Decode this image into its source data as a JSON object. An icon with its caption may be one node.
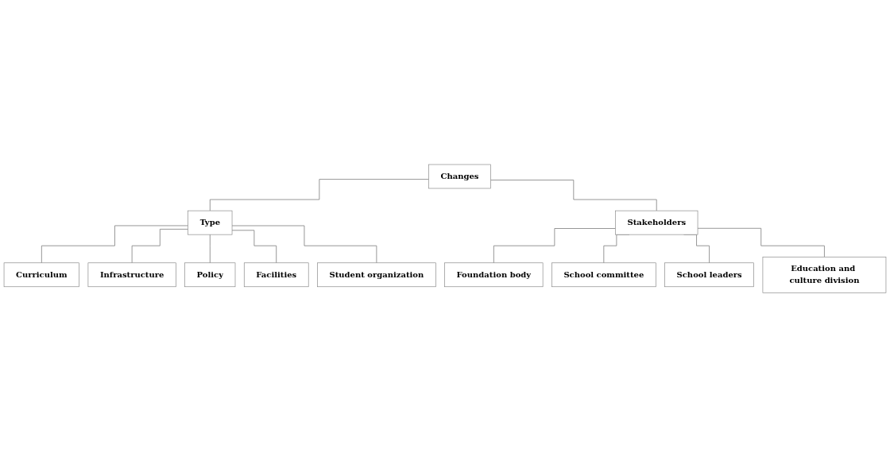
{
  "diagram": {
    "nodes": [
      {
        "text": [
          "Changes"
        ]
      },
      {
        "text": [
          "Type"
        ]
      },
      {
        "text": [
          "Stakeholders"
        ]
      },
      {
        "text": [
          "Curriculum"
        ]
      },
      {
        "text": [
          "Infrastructure"
        ]
      },
      {
        "text": [
          "Policy"
        ]
      },
      {
        "text": [
          "Facilities"
        ]
      },
      {
        "text": [
          "Student organization"
        ]
      },
      {
        "text": [
          "Foundation body"
        ]
      },
      {
        "text": [
          "School committee"
        ]
      },
      {
        "text": [
          "School leaders"
        ]
      },
      {
        "text": [
          "Education and culture division"
        ]
      }
    ],
    "edges": [
      {
        "from": 0,
        "to": 1,
        "arrow": "none"
      },
      {
        "from": 0,
        "to": 2,
        "arrow": "none"
      },
      {
        "from": 1,
        "to": 3,
        "arrow": "none"
      },
      {
        "from": 1,
        "to": 4,
        "arrow": "none"
      },
      {
        "from": 1,
        "to": 5,
        "arrow": "none"
      },
      {
        "from": 1,
        "to": 6,
        "arrow": "none"
      },
      {
        "from": 1,
        "to": 7,
        "arrow": "none"
      },
      {
        "from": 2,
        "to": 8,
        "arrow": "none"
      },
      {
        "from": 2,
        "to": 9,
        "arrow": "none"
      },
      {
        "from": 2,
        "to": 10,
        "arrow": "none"
      },
      {
        "from": 2,
        "to": 11,
        "arrow": "none"
      }
    ]
  }
}
